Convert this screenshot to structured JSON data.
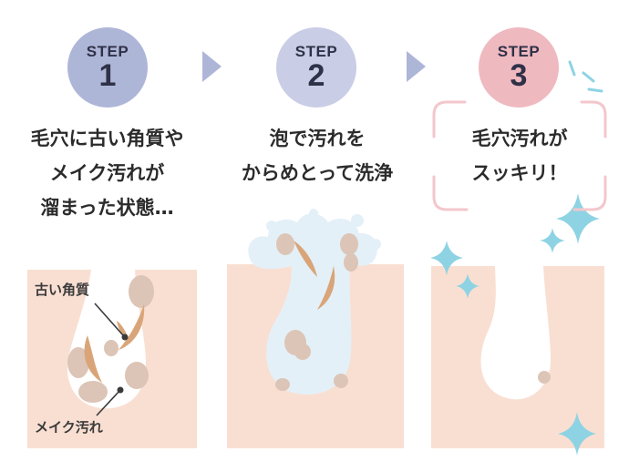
{
  "steps": [
    {
      "label": "STEP",
      "number": "1",
      "caption": [
        "毛穴に古い角質や",
        "メイク汚れが",
        "溜まった状態…"
      ]
    },
    {
      "label": "STEP",
      "number": "2",
      "caption": [
        "泡で汚れを",
        "からめとって洗浄"
      ]
    },
    {
      "label": "STEP",
      "number": "3",
      "caption": [
        "毛穴汚れが",
        "スッキリ！"
      ]
    }
  ],
  "annotations": {
    "old_keratin": "古い角質",
    "makeup_dirt": "メイク汚れ"
  },
  "colors": {
    "skin": "#f9dfd2",
    "dirt": "#dcc5b6",
    "keratin": "#d9a578",
    "foam": "#e4f0f8",
    "badge1": "#aeb6d8",
    "badge2": "#c9cde6",
    "badge3": "#efb9c0",
    "sparkle": "#8ed3e3",
    "frame": "#f3c7cc"
  }
}
